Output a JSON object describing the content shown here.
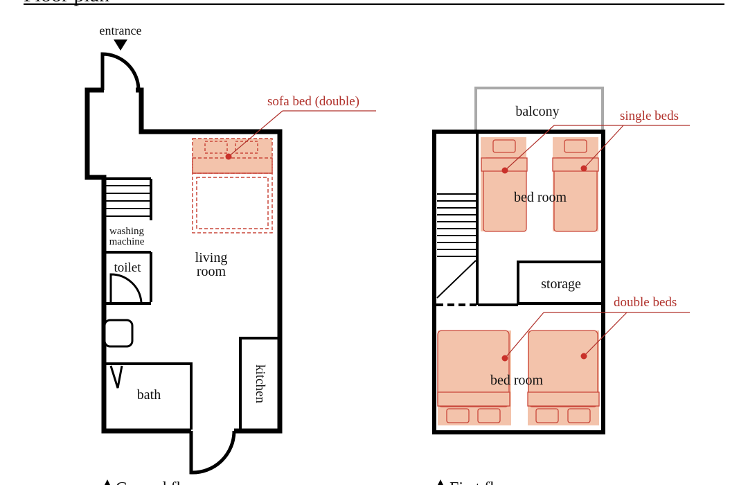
{
  "page": {
    "heading": "Floor plan"
  },
  "ground_floor": {
    "caption": "Ground floor",
    "labels": {
      "entrance": "entrance",
      "washing_machine_line1": "washing",
      "washing_machine_line2": "machine",
      "toilet": "toilet",
      "living_room_line1": "living",
      "living_room_line2": "room",
      "bath": "bath",
      "kitchen": "kitchen"
    },
    "callouts": {
      "sofa_bed": "sofa bed (double)"
    }
  },
  "first_floor": {
    "caption": "First floor",
    "labels": {
      "balcony": "balcony",
      "bed_room_upper": "bed room",
      "storage": "storage",
      "bed_room_lower": "bed room"
    },
    "callouts": {
      "single_beds": "single beds",
      "double_beds": "double beds"
    }
  },
  "colors": {
    "wall": "#000000",
    "furniture_fill": "#f3c3ab",
    "callout": "#b0302a",
    "balcony_rail": "#a9a9a9"
  }
}
